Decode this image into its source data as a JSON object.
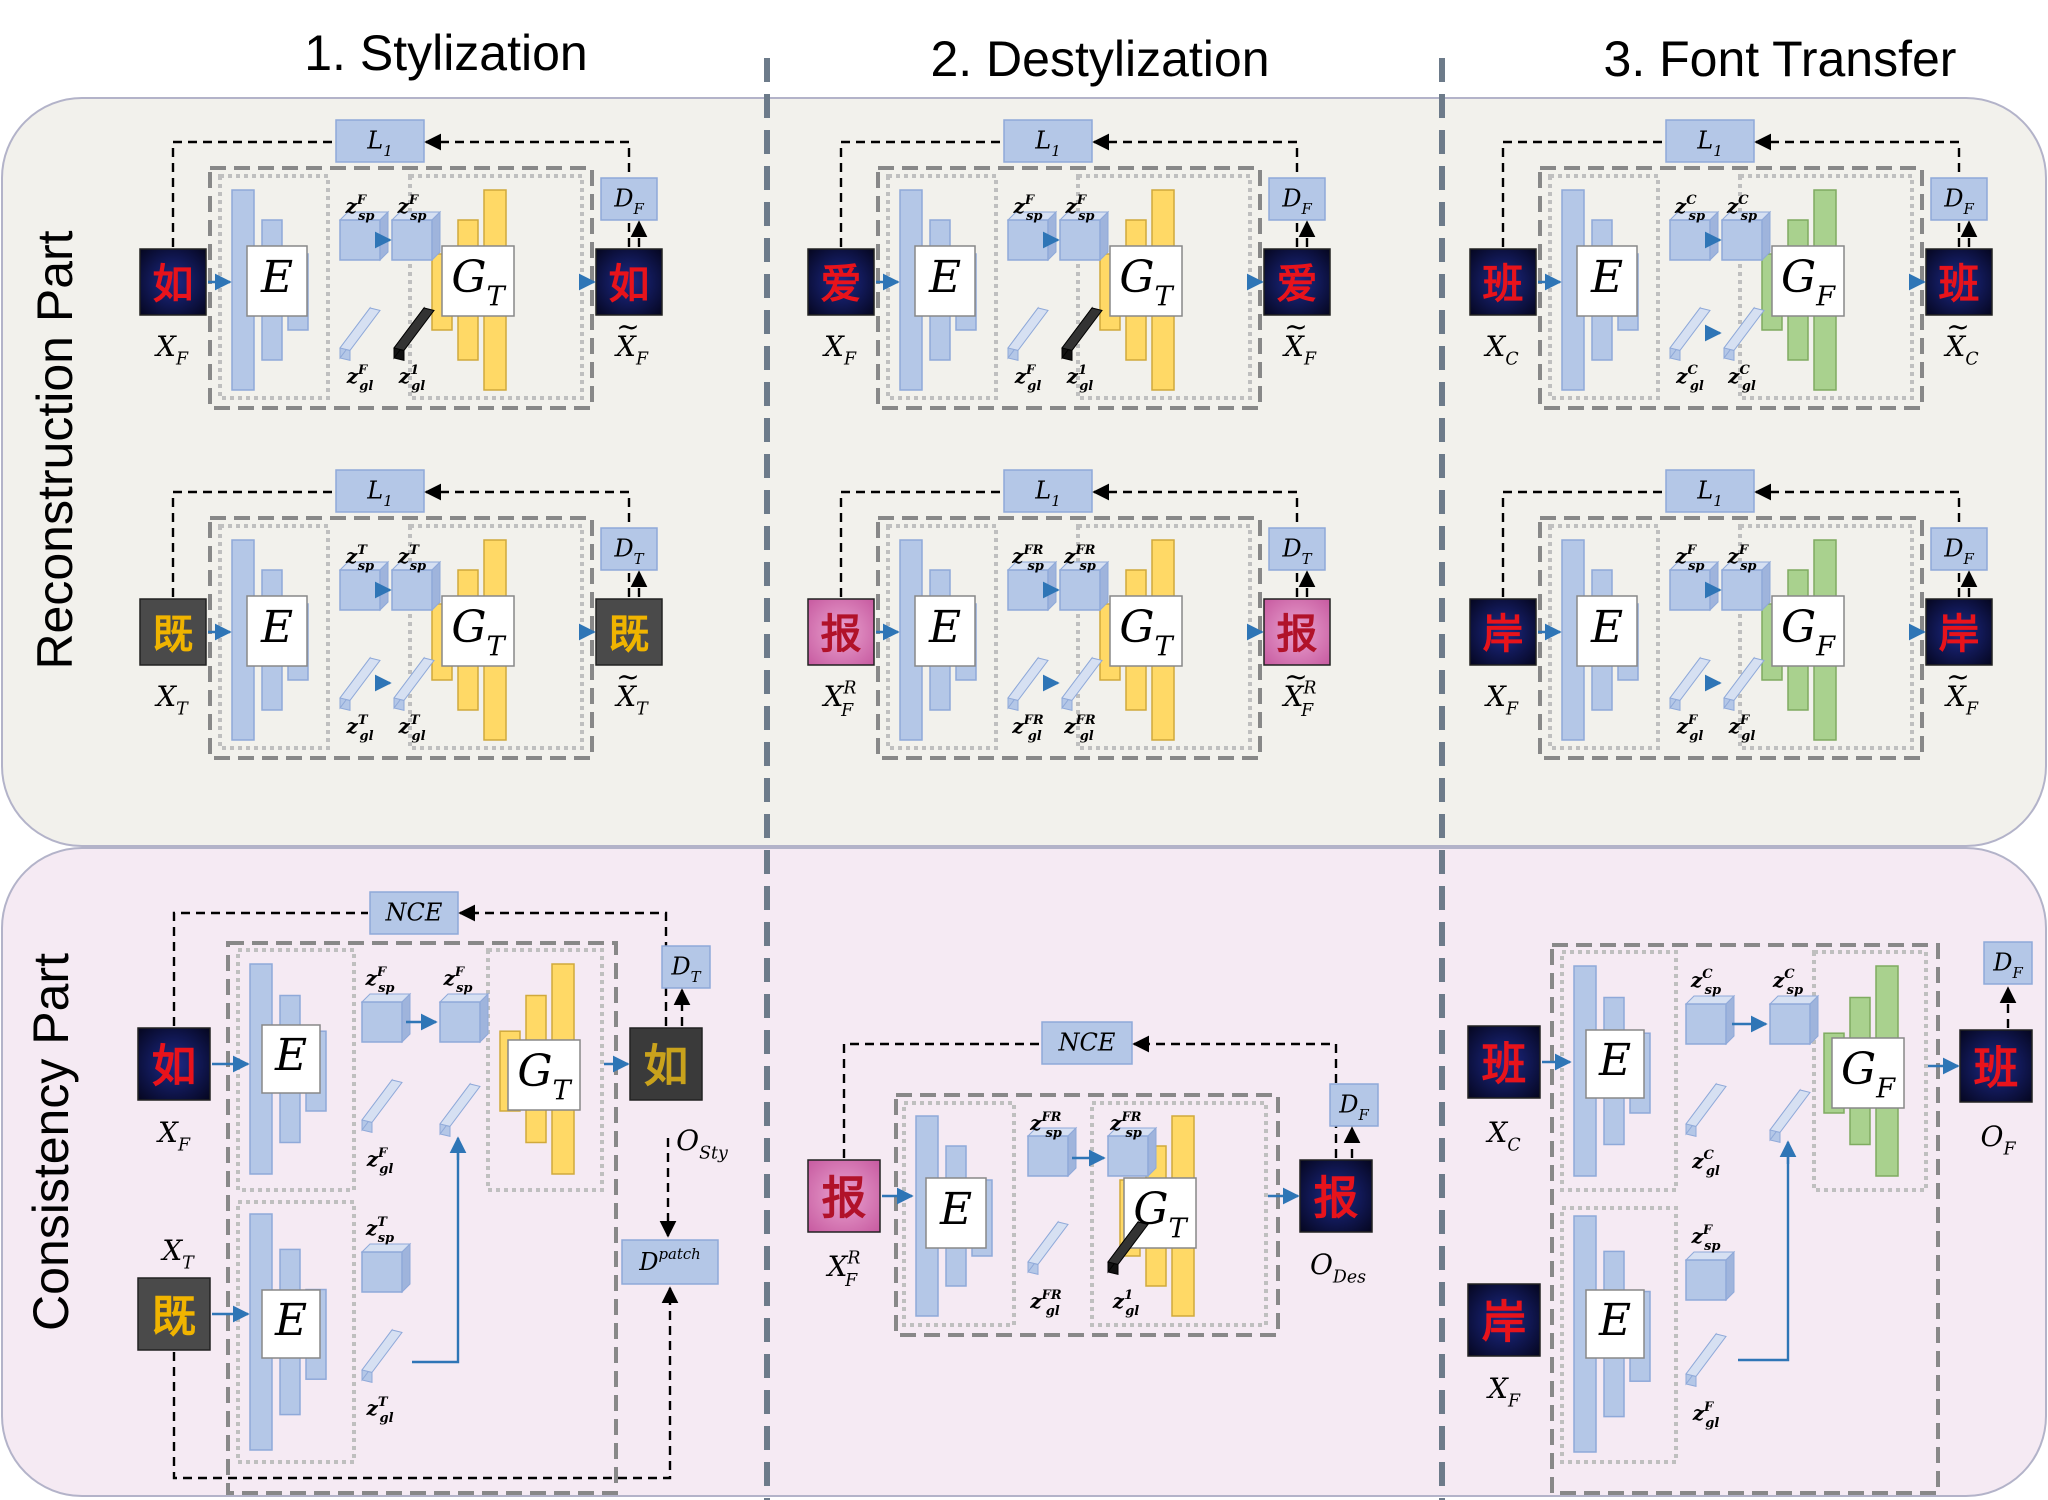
{
  "columns": [
    "1. Stylization",
    "2. Destylization",
    "3. Font Transfer"
  ],
  "rows": [
    "Reconstruction Part",
    "Consistency Part"
  ],
  "colors": {
    "top_panel_bg": "#f2f1ec",
    "bottom_panel_bg": "#f5eaf3",
    "panel_border": "#b3b3c9",
    "encoder_blue": "#b4c7e7",
    "encoder_stroke": "#8fa9d9",
    "gen_yellow": "#ffd966",
    "gen_green": "#a9d18e",
    "arrow_blue": "#2e75b6",
    "dash_gray": "#7f7f7f",
    "dot_gray": "#bfbfbf",
    "glyph_red": "#e8131b",
    "glyph_gold": "#f0b400",
    "tile_dark_blue": "#0b0d3f",
    "tile_gray": "#4a4a4a",
    "tile_pink": "#d977b4"
  },
  "icons": [
    "arrow-right-icon",
    "arrow-up-icon",
    "arrow-left-icon"
  ],
  "blocks": {
    "stylization_recon_1": {
      "loss": "L1",
      "dis": "DF",
      "enc": "E",
      "gen": "GT",
      "input_glyph": "如",
      "input_label": "XF",
      "output_label": "X̃F",
      "z_sp_in": "F",
      "z_gl_in": "F",
      "z_sp_out": "F",
      "z_gl_out": "1"
    },
    "stylization_recon_2": {
      "loss": "L1",
      "dis": "DT",
      "enc": "E",
      "gen": "GT",
      "input_glyph": "既",
      "input_label": "XT",
      "output_label": "X̃T",
      "z_sp_in": "T",
      "z_gl_in": "T",
      "z_sp_out": "T",
      "z_gl_out": "T"
    },
    "destylization_recon_1": {
      "loss": "L1",
      "dis": "DF",
      "enc": "E",
      "gen": "GT",
      "input_glyph": "爱",
      "input_label": "XF",
      "output_label": "X̃F",
      "z_sp_in": "F",
      "z_gl_in": "F",
      "z_sp_out": "F",
      "z_gl_out": "1"
    },
    "destylization_recon_2": {
      "loss": "L1",
      "dis": "DT",
      "enc": "E",
      "gen": "GT",
      "input_glyph": "报",
      "input_label": "XFR",
      "output_label": "X̃FR",
      "z_sp_in": "FR",
      "z_gl_in": "FR",
      "z_sp_out": "FR",
      "z_gl_out": "FR"
    },
    "font_recon_1": {
      "loss": "L1",
      "dis": "DF",
      "enc": "E",
      "gen": "GF",
      "input_glyph": "班",
      "input_label": "XC",
      "output_label": "X̃C",
      "z_sp_in": "C",
      "z_gl_in": "C",
      "z_sp_out": "C",
      "z_gl_out": "C"
    },
    "font_recon_2": {
      "loss": "L1",
      "dis": "DF",
      "enc": "E",
      "gen": "GF",
      "input_glyph": "岸",
      "input_label": "XF",
      "output_label": "X̃F",
      "z_sp_in": "F",
      "z_gl_in": "F",
      "z_sp_out": "F",
      "z_gl_out": "F"
    },
    "stylization_consistency": {
      "loss": "NCE",
      "dis": "DT",
      "patch": "Dpatch",
      "enc": "E",
      "gen": "GT",
      "input_glyph": "如",
      "input_label": "XF",
      "second_glyph": "既",
      "second_label": "XT",
      "output_glyph": "如",
      "output_label": "OSty"
    },
    "destylization_consistency": {
      "loss": "NCE",
      "dis": "DF",
      "enc": "E",
      "gen": "GT",
      "input_glyph": "报",
      "input_label": "XFR",
      "output_glyph": "报",
      "output_label": "ODes"
    },
    "font_consistency": {
      "dis": "DF",
      "enc": "E",
      "gen": "GF",
      "input_glyph": "班",
      "input_label": "XC",
      "second_glyph": "岸",
      "second_label": "XF",
      "output_glyph": "班",
      "output_label": "OF"
    }
  }
}
